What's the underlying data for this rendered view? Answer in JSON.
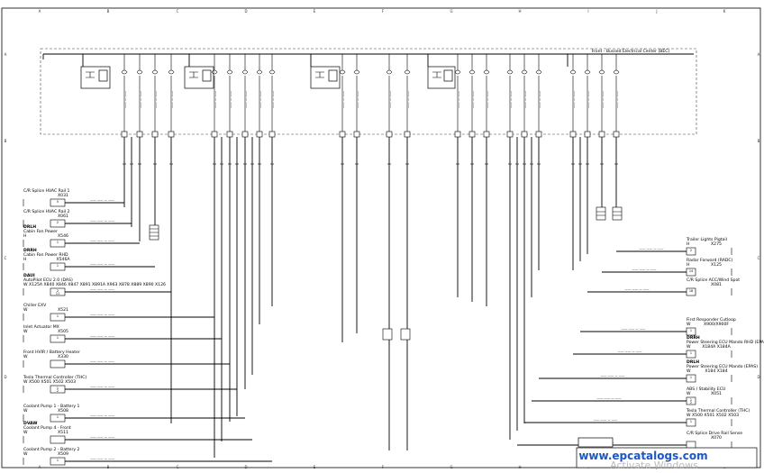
{
  "sheet": {
    "col_labels": [
      "A",
      "B",
      "C",
      "D",
      "E",
      "F",
      "G",
      "H",
      "I",
      "J",
      "K"
    ],
    "row_labels": [
      "A",
      "B",
      "C",
      "D"
    ]
  },
  "bec": {
    "title": "Front - Bussed Electrical Center (BEC)"
  },
  "left_components": [
    {
      "title": "C/R Splice HVAC Rail 1",
      "sub": "",
      "id": "X031",
      "pins": [
        "5"
      ]
    },
    {
      "title": "C/R Splice HVAC Rail 2",
      "sub": "",
      "id": "X061",
      "pins": [
        "2"
      ]
    },
    {
      "tag": "DRLH",
      "title": "Cabin Fan Power",
      "sub": "H",
      "id": "X546",
      "pins": [
        "1"
      ]
    },
    {
      "tag": "DRRH",
      "title": "Cabin Fan Power RHD",
      "sub": "H",
      "id": "X546A",
      "pins": [
        "1"
      ]
    },
    {
      "tag": "DAUI",
      "title": "AutoPilot ECU 2.0 (DAS)",
      "sub": "W  X125A X840  X846  X847   X891   X891A  X963   X878   X889   X890   X126",
      "id": "",
      "pins": [
        "2",
        "11"
      ]
    },
    {
      "title": "Chiller EXV",
      "sub": "W",
      "id": "X521",
      "pins": [
        "1"
      ]
    },
    {
      "title": "Inlet Actuator MX",
      "sub": "W",
      "id": "X505",
      "pins": [
        "1"
      ]
    },
    {
      "title": "Front HVIR / Battery Heater",
      "sub": "W",
      "id": "X330",
      "pins": []
    },
    {
      "title": "Tesla Thermal Controller (THC)",
      "sub": "W    X500   X501   X502   X503",
      "id": "",
      "pins": [
        "1",
        "2"
      ]
    },
    {
      "title": "Coolant Pump 1 - Battery 1",
      "sub": "W",
      "id": "X508",
      "pins": [
        "1"
      ]
    },
    {
      "tag": "DVAW",
      "title": "Coolant Pump 4 - Front",
      "sub": "W",
      "id": "X511",
      "pins": []
    },
    {
      "title": "Coolant Pump 2 - Battery 2",
      "sub": "W",
      "id": "X509",
      "pins": [
        "1"
      ]
    }
  ],
  "right_components": [
    {
      "title": "Trailer Lights Pigtail",
      "sub": "H",
      "id": "X275",
      "pins": [
        "2"
      ]
    },
    {
      "title": "Radar Forward (RADC)",
      "sub": "H",
      "id": "X125",
      "pins": [
        "14"
      ]
    },
    {
      "title": "C/R Splice ACC/Wind Spot",
      "sub": "",
      "id": "X081",
      "pins": [
        "18"
      ]
    },
    {
      "title": "First Responder Cutloop",
      "sub": "W",
      "id": "X900/X900F",
      "pins": [
        "1"
      ]
    },
    {
      "tag": "DRRH",
      "title": "Power Steering ECU Mando RHD (EPAS)",
      "sub": "W",
      "id": "X184A X184A",
      "pins": [
        "1"
      ]
    },
    {
      "tag": "DRLH",
      "title": "Power Steering ECU Mando (EPAS)",
      "sub": "W",
      "id": "X184   X184",
      "pins": [
        "1"
      ]
    },
    {
      "title": "ABS / Stability ECU",
      "sub": "W",
      "id": "X051",
      "pins": [
        "1",
        "2"
      ]
    },
    {
      "title": "Tesla Thermal Controller (THC)",
      "sub": "W  X500  X501  X502  X503",
      "id": "",
      "pins": [
        "1"
      ]
    },
    {
      "title": "C/R Splice Drive Rail Sense",
      "sub": "",
      "id": "X070",
      "pins": []
    }
  ],
  "watermark": {
    "text": "www.epcatalogs.com"
  },
  "os_overlay": {
    "text": "Activate Windows"
  }
}
